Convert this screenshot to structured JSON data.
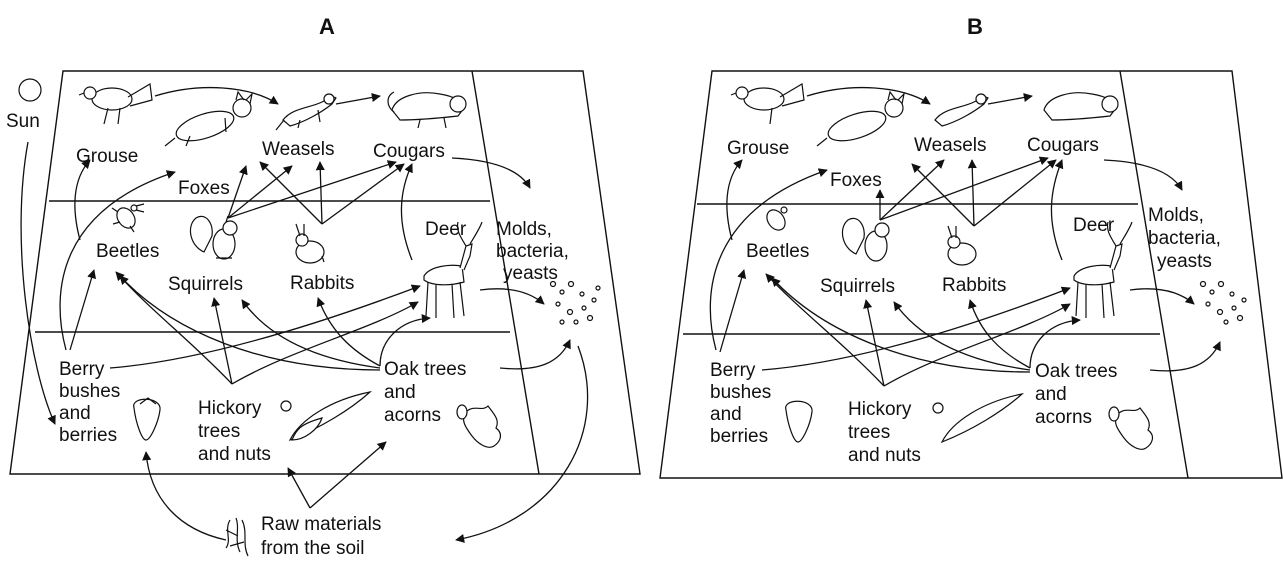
{
  "panels": [
    {
      "title": "A",
      "labels": {
        "sun": "Sun",
        "grouse": "Grouse",
        "foxes": "Foxes",
        "weasels": "Weasels",
        "cougars": "Cougars",
        "molds": [
          "Molds,",
          "bacteria,",
          "yeasts"
        ],
        "beetles": "Beetles",
        "squirrels": "Squirrels",
        "rabbits": "Rabbits",
        "deer": "Deer",
        "berry": [
          "Berry",
          "bushes",
          "and",
          "berries"
        ],
        "hickory": [
          "Hickory",
          "trees",
          "and nuts"
        ],
        "oak": [
          "Oak trees",
          "and",
          "acorns"
        ],
        "raw": [
          "Raw materials",
          "from the soil"
        ]
      }
    },
    {
      "title": "B",
      "labels": {
        "grouse": "Grouse",
        "foxes": "Foxes",
        "weasels": "Weasels",
        "cougars": "Cougars",
        "molds": [
          "Molds,",
          "bacteria,",
          "yeasts"
        ],
        "beetles": "Beetles",
        "squirrels": "Squirrels",
        "rabbits": "Rabbits",
        "deer": "Deer",
        "berry": [
          "Berry",
          "bushes",
          "and",
          "berries"
        ],
        "hickory": [
          "Hickory",
          "trees",
          "and nuts"
        ],
        "oak": [
          "Oak trees",
          "and",
          "acorns"
        ]
      }
    }
  ]
}
